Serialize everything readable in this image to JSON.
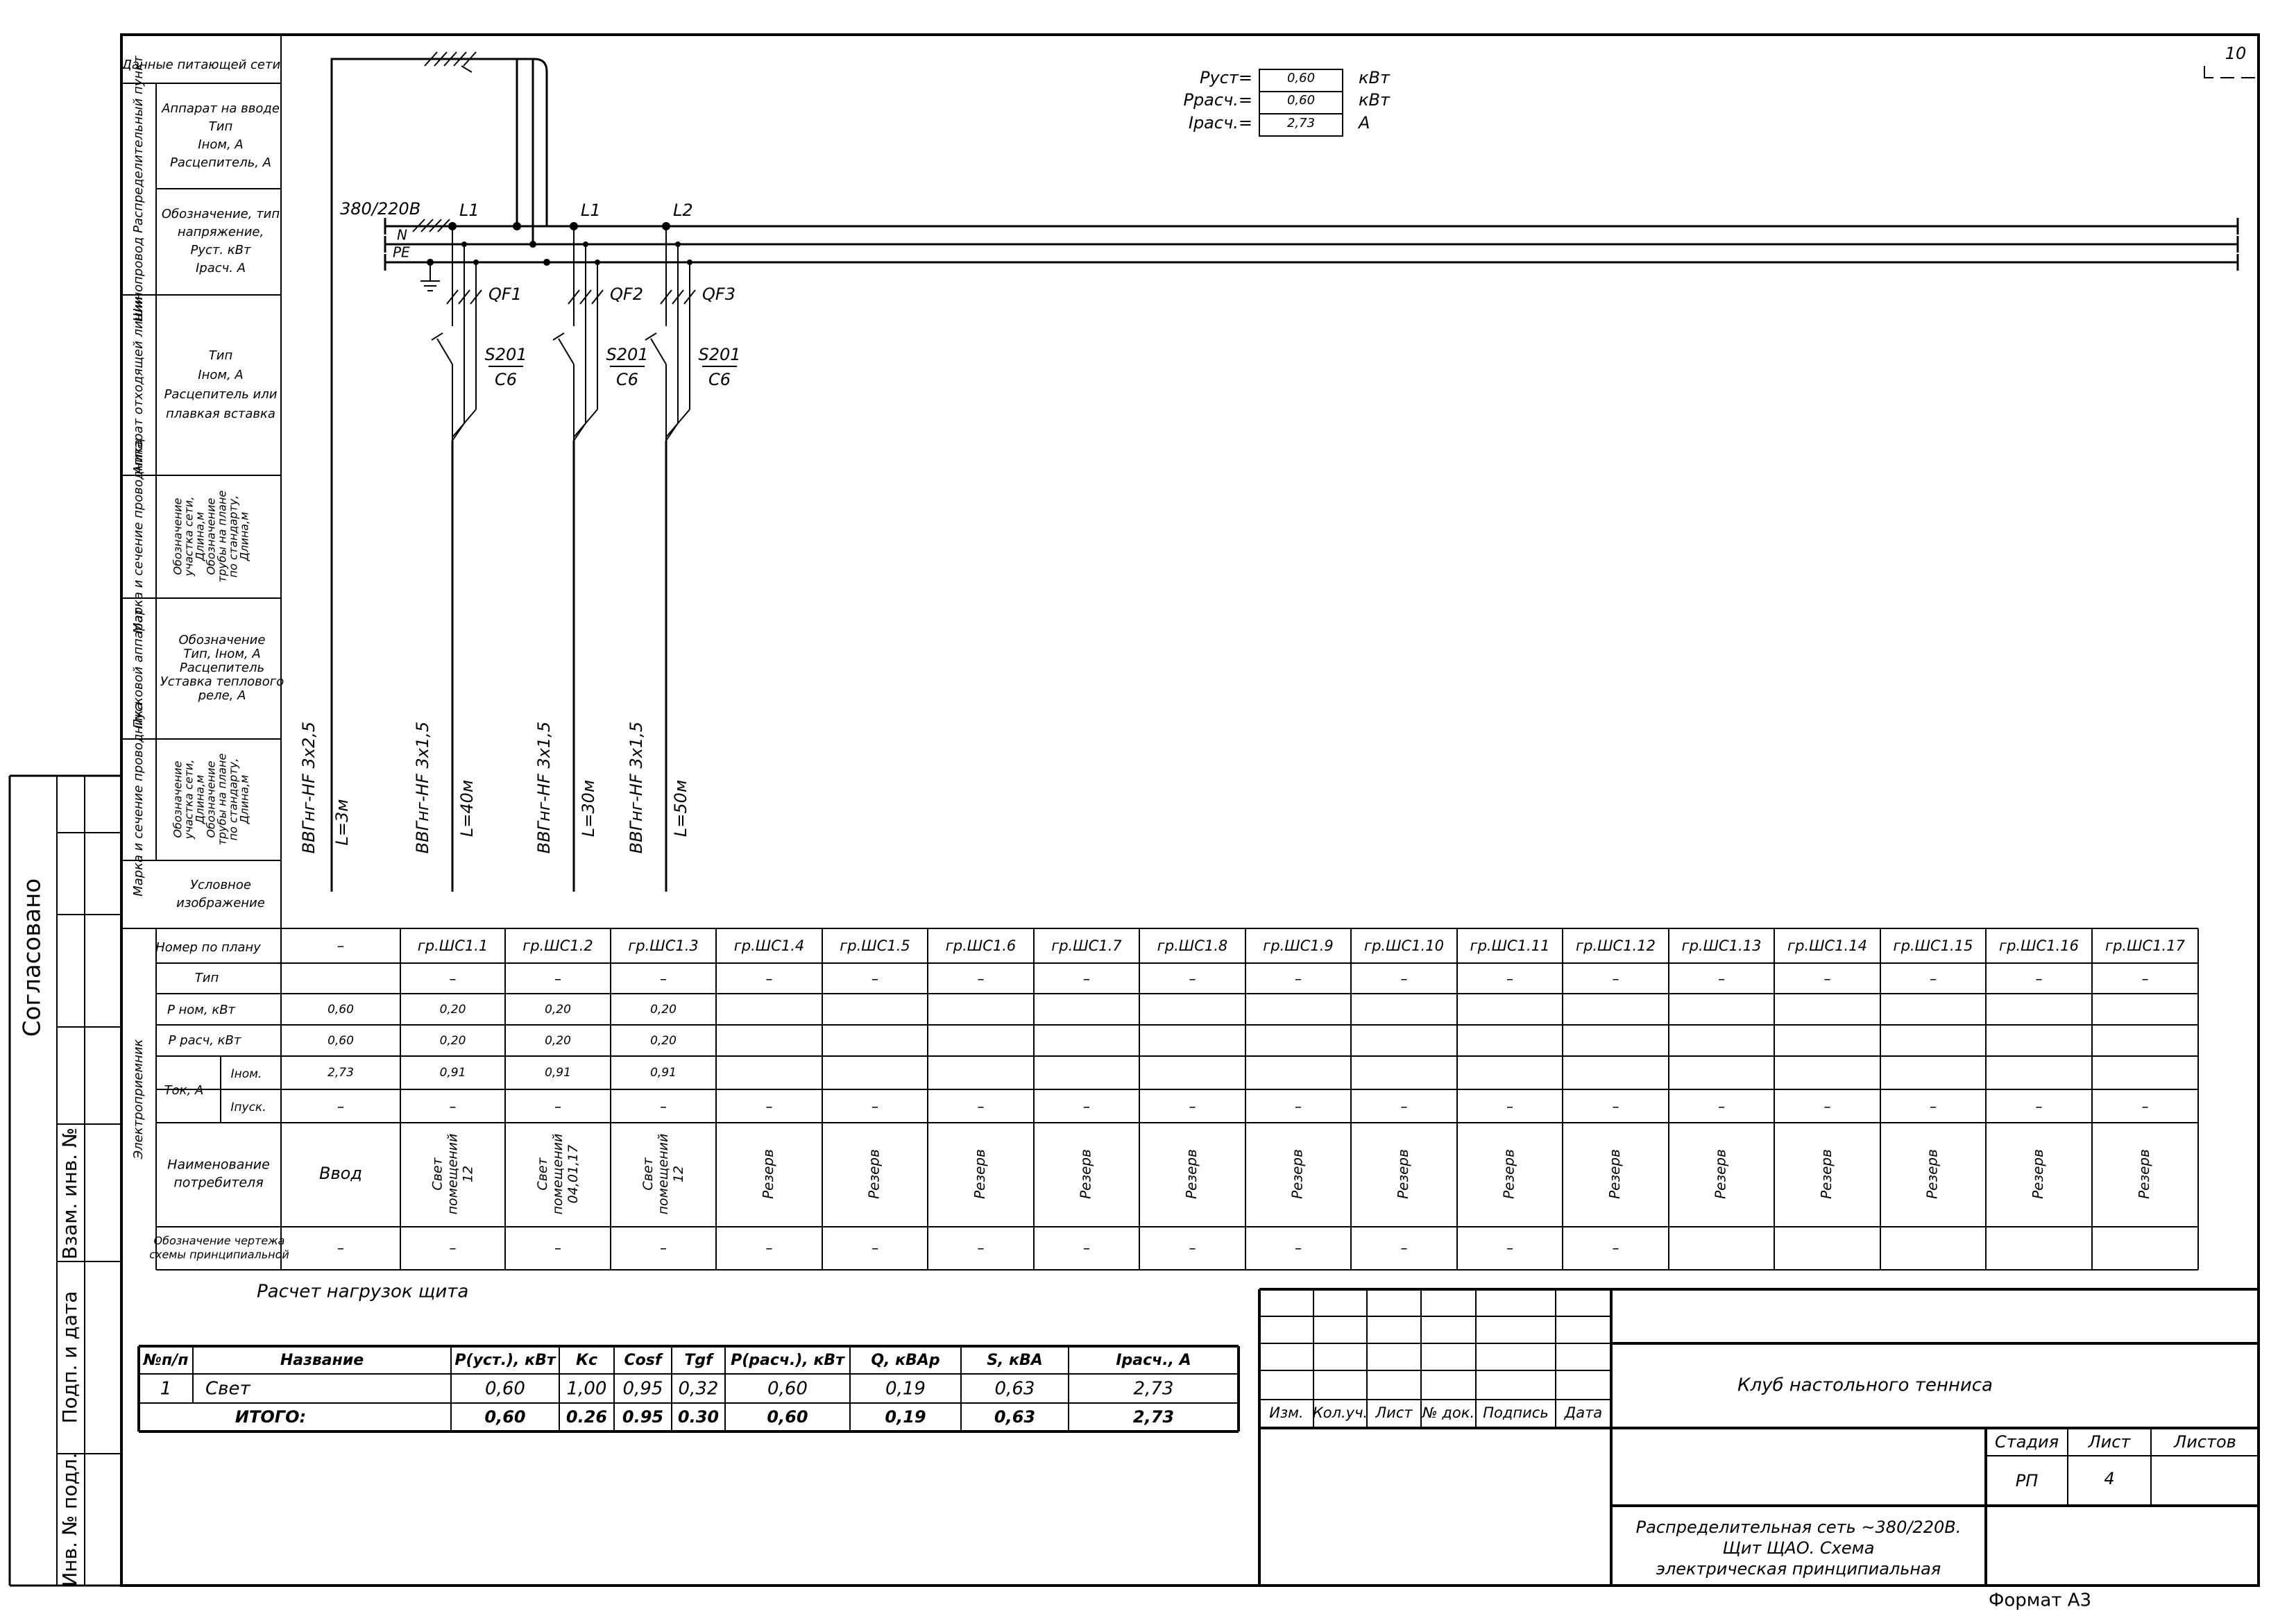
{
  "sheet_number": "10",
  "format_label": "Формат А3",
  "stamp_side": {
    "agreed": "Согласовано",
    "replaced_inv": "Взам. инв. №",
    "sign_date": "Подп. и дата",
    "inv_original": "Инв. № подл."
  },
  "legend": {
    "supply_data": "Данные питающей сети",
    "dist_group": "Шинопровод Распределительный пункт",
    "dist_input_lines": [
      "Аппарат на вводе",
      "Тип",
      "Iном, А",
      "Расцепитель, А"
    ],
    "dist_voltage_lines": [
      "Обозначение, тип",
      "напряжение,",
      "Руст. кВт",
      "Iрасч. А"
    ],
    "outgoing_group": "Аппарат отходящей линии",
    "outgoing_lines": [
      "Тип",
      "Iном, А",
      "Расцепитель или",
      "плавкая вставка"
    ],
    "cond1_group": "Марка и сечение проводника",
    "cond1_lines": [
      "Обозначение",
      "участка сети,",
      "Длина,м",
      "Обозначение",
      "трубы на плане",
      "по стандарту,",
      "Длина,м"
    ],
    "starter_group": "Пусковой аппарат",
    "starter_lines": [
      "Обозначение",
      "Тип, Iном, А",
      "Расцепитель",
      "Уставка теплового",
      "реле, А"
    ],
    "cond2_group": "Марка и сечение проводника",
    "cond2_lines": [
      "Обозначение",
      "участка сети,",
      "Длина,м",
      "Обозначение",
      "трубы на плане",
      "по стандарту,",
      "Длина,м"
    ],
    "symbol_lines": [
      "Условное",
      "изображение"
    ],
    "consumer_group": "Электроприемник",
    "row_number": "Номер по плану",
    "row_type": "Тип",
    "row_pnom": "Р ном, кВт",
    "row_pcalc": "Р расч, кВт",
    "row_current": "Ток, А",
    "row_inom": "Iном.",
    "row_istart": "Iпуск.",
    "row_name_lines": [
      "Наименование",
      "потребителя"
    ],
    "row_drawing_lines": [
      "Обозначение чертежа",
      "схемы принципиальной"
    ]
  },
  "summary": {
    "p_inst_label": "Руст=",
    "p_inst_value": "0,60",
    "p_inst_unit": "кВт",
    "p_calc_label": "Ррасч.=",
    "p_calc_value": "0,60",
    "p_calc_unit": "кВт",
    "i_calc_label": "Iрасч.=",
    "i_calc_value": "2,73",
    "i_calc_unit": "А"
  },
  "bus": {
    "voltage": "380/220В",
    "neutral": "N",
    "earth": "PE",
    "phase_1": "L1",
    "phase_2": "L1",
    "phase_3": "L2"
  },
  "breakers": [
    {
      "id": "QF1",
      "type": "S201",
      "rating": "C6"
    },
    {
      "id": "QF2",
      "type": "S201",
      "rating": "C6"
    },
    {
      "id": "QF3",
      "type": "S201",
      "rating": "C6"
    }
  ],
  "input_cable": {
    "mark": "ВВГнг-HF 3х2,5",
    "length": "L=3м"
  },
  "line_cables": [
    {
      "mark": "ВВГнг-HF 3х1,5",
      "length": "L=40м"
    },
    {
      "mark": "ВВГнг-HF 3х1,5",
      "length": "L=30м"
    },
    {
      "mark": "ВВГнг-HF 3х1,5",
      "length": "L=50м"
    }
  ],
  "consumer_columns": [
    {
      "number": "–",
      "type": "",
      "p_nom": "0,60",
      "p_calc": "0,60",
      "i_nom": "2,73",
      "i_start": "–",
      "name": "Ввод",
      "drawing": "–"
    },
    {
      "number": "гр.ШС1.1",
      "type": "–",
      "p_nom": "0,20",
      "p_calc": "0,20",
      "i_nom": "0,91",
      "i_start": "–",
      "name": "Свет помещений 12",
      "drawing": "–"
    },
    {
      "number": "гр.ШС1.2",
      "type": "–",
      "p_nom": "0,20",
      "p_calc": "0,20",
      "i_nom": "0,91",
      "i_start": "–",
      "name": "Свет помещений 04,01,17",
      "drawing": "–"
    },
    {
      "number": "гр.ШС1.3",
      "type": "–",
      "p_nom": "0,20",
      "p_calc": "0,20",
      "i_nom": "0,91",
      "i_start": "–",
      "name": "Свет помещений 12",
      "drawing": "–"
    },
    {
      "number": "гр.ШС1.4",
      "type": "–",
      "p_nom": "",
      "p_calc": "",
      "i_nom": "",
      "i_start": "–",
      "name": "Резерв",
      "drawing": "–"
    },
    {
      "number": "гр.ШС1.5",
      "type": "–",
      "p_nom": "",
      "p_calc": "",
      "i_nom": "",
      "i_start": "–",
      "name": "Резерв",
      "drawing": "–"
    },
    {
      "number": "гр.ШС1.6",
      "type": "–",
      "p_nom": "",
      "p_calc": "",
      "i_nom": "",
      "i_start": "–",
      "name": "Резерв",
      "drawing": "–"
    },
    {
      "number": "гр.ШС1.7",
      "type": "–",
      "p_nom": "",
      "p_calc": "",
      "i_nom": "",
      "i_start": "–",
      "name": "Резерв",
      "drawing": "–"
    },
    {
      "number": "гр.ШС1.8",
      "type": "–",
      "p_nom": "",
      "p_calc": "",
      "i_nom": "",
      "i_start": "–",
      "name": "Резерв",
      "drawing": "–"
    },
    {
      "number": "гр.ШС1.9",
      "type": "–",
      "p_nom": "",
      "p_calc": "",
      "i_nom": "",
      "i_start": "–",
      "name": "Резерв",
      "drawing": "–"
    },
    {
      "number": "гр.ШС1.10",
      "type": "–",
      "p_nom": "",
      "p_calc": "",
      "i_nom": "",
      "i_start": "–",
      "name": "Резерв",
      "drawing": "–"
    },
    {
      "number": "гр.ШС1.11",
      "type": "–",
      "p_nom": "",
      "p_calc": "",
      "i_nom": "",
      "i_start": "–",
      "name": "Резерв",
      "drawing": "–"
    },
    {
      "number": "гр.ШС1.12",
      "type": "–",
      "p_nom": "",
      "p_calc": "",
      "i_nom": "",
      "i_start": "–",
      "name": "Резерв",
      "drawing": "–"
    },
    {
      "number": "гр.ШС1.13",
      "type": "–",
      "p_nom": "",
      "p_calc": "",
      "i_nom": "",
      "i_start": "–",
      "name": "Резерв",
      "drawing": ""
    },
    {
      "number": "гр.ШС1.14",
      "type": "–",
      "p_nom": "",
      "p_calc": "",
      "i_nom": "",
      "i_start": "–",
      "name": "Резерв",
      "drawing": ""
    },
    {
      "number": "гр.ШС1.15",
      "type": "–",
      "p_nom": "",
      "p_calc": "",
      "i_nom": "",
      "i_start": "–",
      "name": "Резерв",
      "drawing": ""
    },
    {
      "number": "гр.ШС1.16",
      "type": "–",
      "p_nom": "",
      "p_calc": "",
      "i_nom": "",
      "i_start": "–",
      "name": "Резерв",
      "drawing": ""
    },
    {
      "number": "гр.ШС1.17",
      "type": "–",
      "p_nom": "",
      "p_calc": "",
      "i_nom": "",
      "i_start": "–",
      "name": "Резерв",
      "drawing": ""
    }
  ],
  "load_calc": {
    "title": "Расчет нагрузок щита",
    "headers": [
      "№п/п",
      "Название",
      "P(уст.), кВт",
      "Кс",
      "Cosf",
      "Tgf",
      "P(расч.), кВт",
      "Q, кВАр",
      "S, кВА",
      "Iрасч., А"
    ],
    "rows": [
      [
        "1",
        "Свет",
        "0,60",
        "1,00",
        "0,95",
        "0,32",
        "0,60",
        "0,19",
        "0,63",
        "2,73"
      ]
    ],
    "total": [
      "",
      "ИТОГО:",
      "0,60",
      "0.26",
      "0.95",
      "0.30",
      "0,60",
      "0,19",
      "0,63",
      "2,73"
    ]
  },
  "title_block": {
    "rev_headers": [
      "Изм.",
      "Кол.уч.",
      "Лист",
      "№ док.",
      "Подпись",
      "Дата"
    ],
    "project": "Клуб настольного тенниса",
    "stage_label": "Стадия",
    "sheet_label": "Лист",
    "sheets_label": "Листов",
    "stage": "РП",
    "sheet": "4",
    "sheets": "",
    "drawing_title_lines": [
      "Распределительная сеть ~380/220В.",
      "Щит ЩАО. Схема",
      "электрическая принципиальная"
    ]
  }
}
